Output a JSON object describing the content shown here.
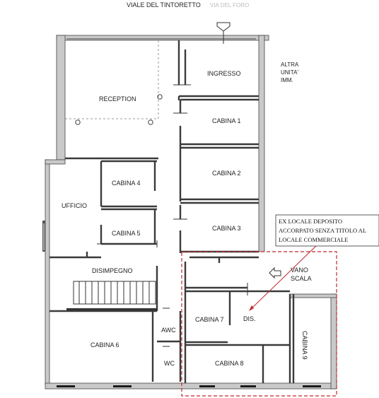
{
  "street": "VIALE DEL TINTORETTO",
  "rooms": {
    "reception": "RECEPTION",
    "ingresso": "INGRESSO",
    "cabina1": "CABINA 1",
    "cabina2": "CABINA 2",
    "cabina3": "CABINA 3",
    "cabina4": "CABINA 4",
    "cabina5": "CABINA 5",
    "cabina6": "CABINA 6",
    "cabina7": "CABINA 7",
    "cabina8": "CABINA 8",
    "cabina9": "CABINA 9",
    "ufficio": "UFFICIO",
    "disimpegno": "DISIMPEGNO",
    "dis": "DIS.",
    "awc": "AWC",
    "wc": "WC",
    "vano_line1": "VANO",
    "vano_line2": "SCALA"
  },
  "altra": {
    "line1": "ALTRA",
    "line2": "UNITA'",
    "line3": "IMM."
  },
  "note": {
    "line1": "EX LOCALE DEPOSITO",
    "line2": "ACCORPATO SENZA TITOLO AL",
    "line3": "LOCALE COMMERCIALE"
  },
  "colors": {
    "dashed_highlight": "#c0272d",
    "wall_fill": "#c9c9c9"
  }
}
